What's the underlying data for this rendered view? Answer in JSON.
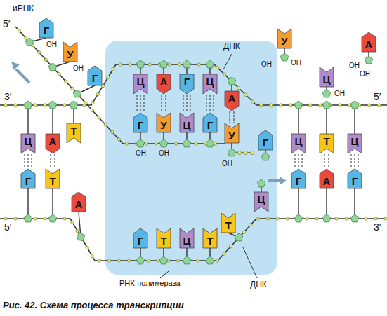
{
  "diagram": {
    "caption": "Рис. 42. Схема процесса транскрипции",
    "nodes": [
      {
        "text": [
          "Ц"
        ]
      },
      {
        "text": [
          "Г"
        ]
      },
      {
        "text": [
          "А"
        ]
      },
      {
        "text": [
          "Т"
        ]
      },
      {
        "text": [
          "Т"
        ]
      },
      {
        "text": [
          "А"
        ]
      },
      {
        "text": [
          "Г"
        ]
      },
      {
        "text": [
          "У"
        ]
      },
      {
        "text": [
          "Г"
        ]
      },
      {
        "text": [
          "Ц"
        ]
      },
      {
        "text": [
          "А"
        ]
      },
      {
        "text": [
          "Г"
        ]
      },
      {
        "text": [
          "Ц"
        ]
      },
      {
        "text": [
          "Г"
        ]
      },
      {
        "text": [
          "У"
        ]
      },
      {
        "text": [
          "Ц"
        ]
      },
      {
        "text": [
          "Г"
        ]
      },
      {
        "text": [
          "Г"
        ]
      },
      {
        "text": [
          "Т"
        ]
      },
      {
        "text": [
          "Ц"
        ]
      },
      {
        "text": [
          "Т"
        ]
      },
      {
        "text": [
          "Т"
        ]
      },
      {
        "text": [
          "А"
        ]
      },
      {
        "text": [
          "У"
        ]
      },
      {
        "text": [
          "Г"
        ]
      },
      {
        "text": [
          "Ц"
        ]
      },
      {
        "text": [
          "У"
        ]
      },
      {
        "text": [
          "Ц"
        ]
      },
      {
        "text": [
          "А"
        ]
      },
      {
        "text": [
          "Ц"
        ]
      },
      {
        "text": [
          "Г"
        ]
      },
      {
        "text": [
          "Т"
        ]
      },
      {
        "text": [
          "А"
        ]
      },
      {
        "text": [
          "Ц"
        ]
      },
      {
        "text": [
          "Г"
        ]
      }
    ],
    "edges": [
      {
        "from": 0,
        "to": 1,
        "arrow": "none"
      },
      {
        "from": 2,
        "to": 3,
        "arrow": "none"
      },
      {
        "from": 9,
        "to": 13,
        "arrow": "none"
      },
      {
        "from": 10,
        "to": 14,
        "arrow": "none"
      },
      {
        "from": 11,
        "to": 15,
        "arrow": "none"
      },
      {
        "from": 12,
        "to": 16,
        "arrow": "none"
      },
      {
        "from": 22,
        "to": 23,
        "arrow": "none"
      },
      {
        "from": 29,
        "to": 30,
        "arrow": "none"
      },
      {
        "from": 31,
        "to": 32,
        "arrow": "none"
      },
      {
        "from": 33,
        "to": 34,
        "arrow": "none"
      }
    ],
    "labels": [
      "иРНК",
      "5′",
      "3′",
      "5′",
      "5′",
      "3′",
      "ДНК",
      "ДНК",
      "РНК-полимераза",
      "OH",
      "OH",
      "OH",
      "OH",
      "OH",
      "OH",
      "OH",
      "OH",
      "OH",
      "OH"
    ]
  }
}
